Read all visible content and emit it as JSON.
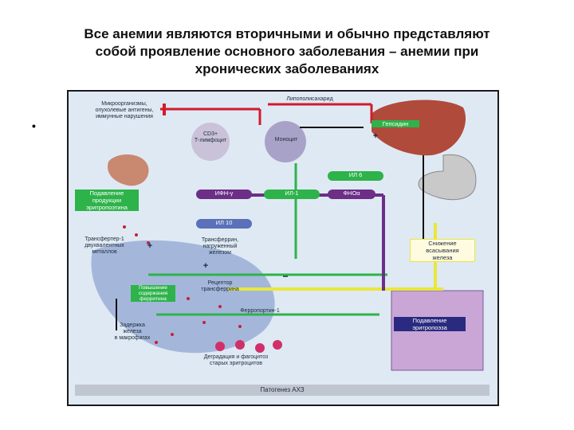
{
  "title": "Все анемии являются вторичными и обычно представляют\nсобой проявление основного заболевания – анемии при\nхронических заболеваниях",
  "bullet": "•",
  "diagram": {
    "microorganisms": "Микроорганизмы,\nопухолевые антигены,\nиммунные нарушения",
    "lipopolysaccharide": "Липополисахарид",
    "hepcidin": "Гепсидин",
    "cd3": "CD3+\nТ-лимфоцит",
    "monocyte": "Моноцит",
    "il6": "ИЛ 6",
    "erythropoietin_suppression": "Подавление\nпродукции\nэритропоэтина",
    "ifn": "ИФН-γ",
    "il1": "ИЛ-1",
    "tnf": "ФНОα",
    "il10": "ИЛ 10",
    "dmt1": "Трансфертер-1\nдвухвалентных\nметаллов",
    "transferrin_bound": "Трансферрин,\nнагруженный\nжелезом",
    "decreased_absorption": "Снижение\nвсасывания\nжелеза",
    "increased_ferritin": "Повышение\nсодержания\nферритина",
    "transferrin_receptor": "Рецептор\nтрансферрина",
    "ferroportin": "Ферропортин-1",
    "erythropoiesis_suppression": "Подавление\nэритропоэза",
    "iron_retention": "Задержка\nжелеза\nв макрофагах",
    "degradation": "Деградация и фагоцитоз\nстарых эритроцитов",
    "caption": "Патогенез АХЗ",
    "plus": "+",
    "minus": "−"
  }
}
